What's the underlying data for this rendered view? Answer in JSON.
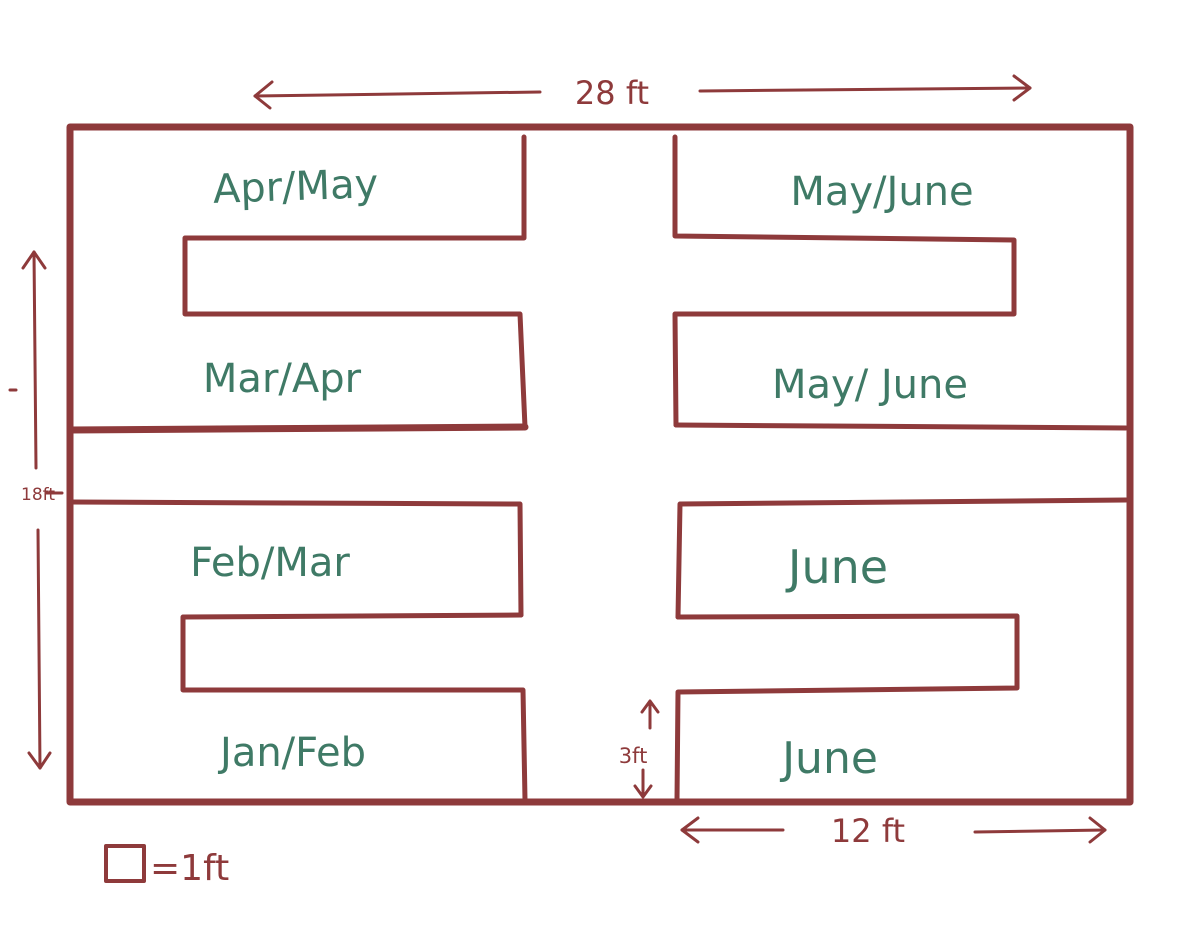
{
  "colors": {
    "wall": "#8e3a3b",
    "label": "#3f7a66",
    "background": "#ffffff"
  },
  "dimensions": {
    "width_label": "28 ft",
    "height_label": "18ft",
    "path_width_label": "3ft",
    "bed_length_label": "12 ft"
  },
  "legend": {
    "label": "=1ft"
  },
  "beds": {
    "left_1": "Apr/May",
    "left_2": "Mar/Apr",
    "left_3": "Feb/Mar",
    "left_4": "Jan/Feb",
    "right_1": "May/June",
    "right_2": "May/ June",
    "right_3": "June",
    "right_4": "June"
  }
}
